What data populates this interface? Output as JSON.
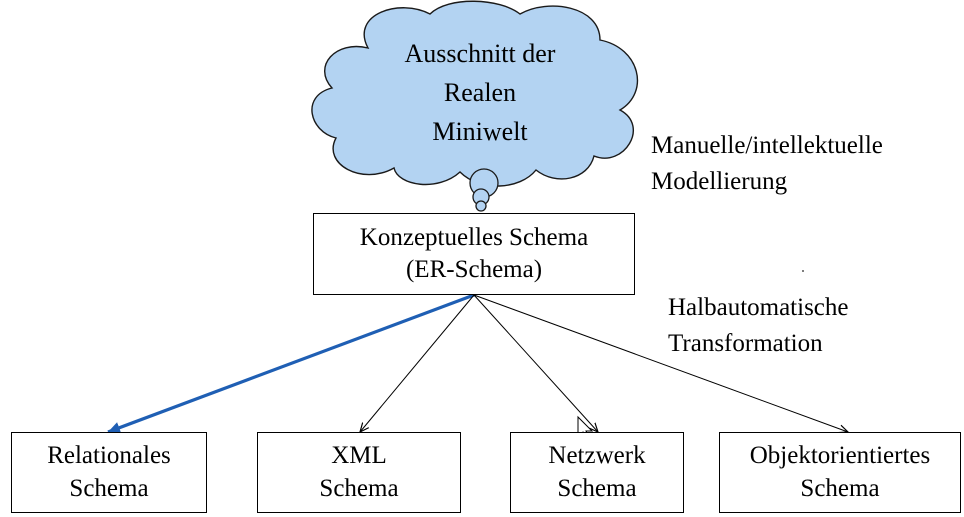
{
  "cloud": {
    "line1": "Ausschnitt der",
    "line2": "Realen",
    "line3": "Miniwelt"
  },
  "annotations": {
    "modelling_line1": "Manuelle/intellektuelle",
    "modelling_line2": "Modellierung",
    "transformation_line1": "Halbautomatische",
    "transformation_line2": "Transformation"
  },
  "conceptual": {
    "line1": "Konzeptuelles Schema",
    "line2": "(ER-Schema)"
  },
  "targets": [
    {
      "line1": "Relationales",
      "line2": "Schema"
    },
    {
      "line1": "XML",
      "line2": "Schema"
    },
    {
      "line1": "Netzwerk",
      "line2": "Schema"
    },
    {
      "line1": "Objektorientiertes",
      "line2": "Schema"
    }
  ],
  "colors": {
    "cloud_fill": "#b3d3f2",
    "highlight_arrow": "#1f5fb4",
    "line": "#000000"
  }
}
